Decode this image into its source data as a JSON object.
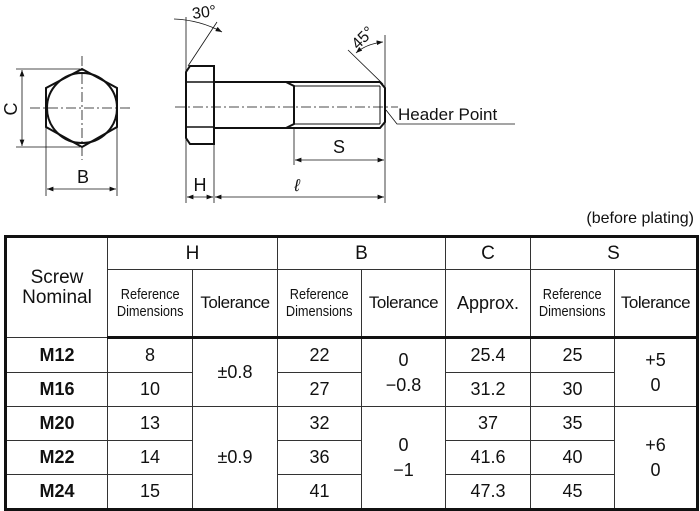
{
  "drawing": {
    "labels": {
      "C": "C",
      "B": "B",
      "H": "H",
      "l": "ℓ",
      "S": "S",
      "angle_head": "30°",
      "angle_tip": "45°",
      "header_point": "Header Point"
    }
  },
  "note": "(before plating)",
  "table": {
    "screw_nominal": [
      "Screw",
      "Nominal"
    ],
    "groups": {
      "H": "H",
      "B": "B",
      "C": "C",
      "S": "S"
    },
    "sub": {
      "ref": [
        "Reference",
        "Dimensions"
      ],
      "tol": "Tolerance",
      "approx": "Approx."
    },
    "rows": [
      {
        "nominal": "M12",
        "h": "8",
        "b": "22",
        "c": "25.4",
        "s": "25"
      },
      {
        "nominal": "M16",
        "h": "10",
        "b": "27",
        "c": "31.2",
        "s": "30"
      },
      {
        "nominal": "M20",
        "h": "13",
        "b": "32",
        "c": "37",
        "s": "35"
      },
      {
        "nominal": "M22",
        "h": "14",
        "b": "36",
        "c": "41.6",
        "s": "40"
      },
      {
        "nominal": "M24",
        "h": "15",
        "b": "41",
        "c": "47.3",
        "s": "45"
      }
    ],
    "tolerances": {
      "h_a": "±0.8",
      "h_b": "±0.9",
      "b_a": [
        "0",
        "−0.8"
      ],
      "b_b": [
        "0",
        "−1"
      ],
      "s_a": [
        "+5",
        "0"
      ],
      "s_b": [
        "+6",
        "0"
      ]
    }
  }
}
